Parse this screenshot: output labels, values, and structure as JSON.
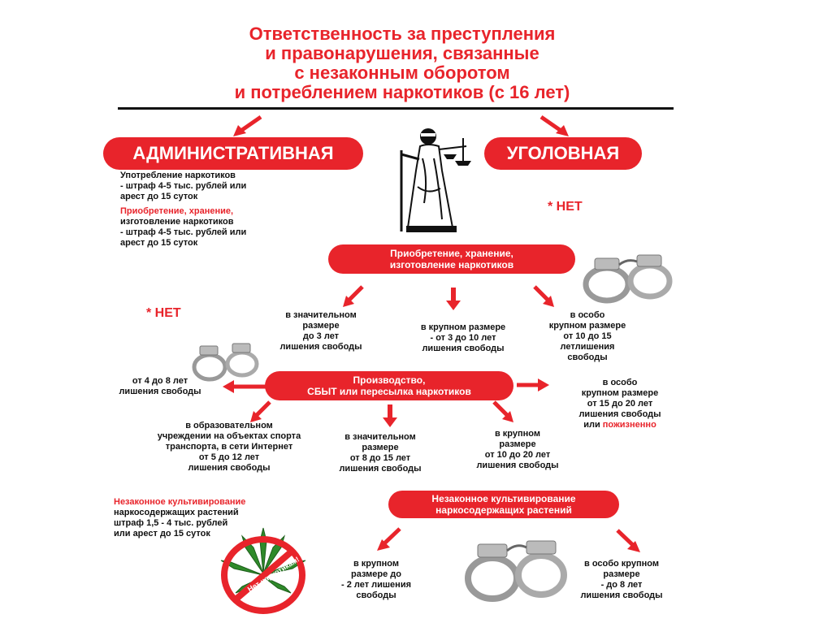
{
  "title": {
    "lines": [
      "Ответственность за преступления",
      "и правонарушения, связанные",
      "с незаконным оборотом",
      "и потреблением наркотиков (с 16 лет)"
    ]
  },
  "admin": {
    "header": "АДМИНИСТРАТИВНАЯ",
    "use": {
      "title": "Употребление наркотиков",
      "lines": [
        "- штраф 4-5 тыс. рублей или",
        "арест до 15 суток"
      ]
    },
    "acquire": {
      "title": "Приобретение, хранение,",
      "lines": [
        "изготовление наркотиков",
        "- штраф 4-5 тыс. рублей или",
        "арест до 15 суток"
      ]
    },
    "none": "* НЕТ",
    "cultivation": {
      "title": "Незаконное культивирование",
      "lines": [
        "наркосодержащих растений",
        "штраф 1,5 - 4 тыс. рублей",
        "или арест до 15 суток"
      ]
    },
    "badge_text": "Нет наркотикам!"
  },
  "criminal": {
    "header": "УГОЛОВНАЯ",
    "none": "* НЕТ",
    "acquire": {
      "label_lines": [
        "Приобретение, хранение,",
        "изготовление наркотиков"
      ],
      "significant": [
        "в значительном",
        "размере",
        "до 3 лет",
        "лишения свободы"
      ],
      "large": [
        "в крупном размере",
        "- от 3 до 10 лет",
        "лишения свободы"
      ],
      "very_large": [
        "в особо",
        "крупном размере",
        "от 10 до 15",
        "летлишения",
        "свободы"
      ]
    },
    "sale": {
      "label_lines": [
        "Производство,",
        "СБЫТ или  пересылка наркотиков"
      ],
      "basic": [
        "от 4 до 8 лет",
        "лишения свободы"
      ],
      "institutions": [
        "в образовательном",
        "учреждении  на объектах спорта",
        "транспорта, в сети Интернет",
        "от 5 до 12 лет",
        "лишения свободы"
      ],
      "significant": [
        "в значительном",
        "размере",
        "от 8 до 15 лет",
        "лишения свободы"
      ],
      "large": [
        "в крупном",
        "размере",
        "от 10 до 20 лет",
        "лишения свободы"
      ],
      "very_large": [
        "в особо",
        "крупном размере",
        "от 15 до 20 лет",
        "лишения свободы"
      ],
      "very_large_last_prefix": "или ",
      "very_large_last_red": "пожизненно"
    },
    "cultivation": {
      "label_lines": [
        "Незаконное культивирование",
        "наркосодержащих растений"
      ],
      "large": [
        "в крупном",
        "размере до",
        "- 2 лет лишения",
        "свободы"
      ],
      "very_large": [
        "в особо крупном",
        "размере",
        "- до 8 лет",
        "лишения свободы"
      ]
    }
  },
  "colors": {
    "accent": "#e8242b",
    "text": "#111111"
  }
}
